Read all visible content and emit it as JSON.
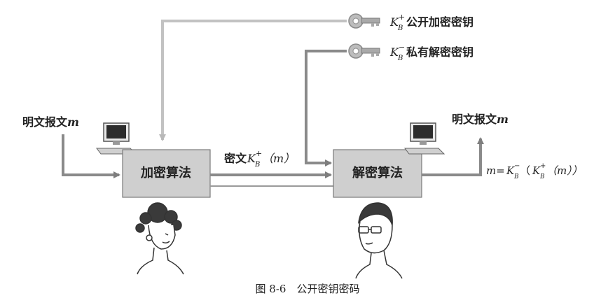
{
  "figure": {
    "caption": "图 8-6　公开密钥密码"
  },
  "keys": {
    "public": {
      "sym": "K",
      "sup": "+",
      "sub": "B",
      "label": "公开加密密钥"
    },
    "private": {
      "sym": "K",
      "sup": "−",
      "sub": "B",
      "label": "私有解密密钥"
    }
  },
  "sender": {
    "input_label": "明文报文",
    "input_var": "m",
    "box_label": "加密算法"
  },
  "channel": {
    "label": "密文",
    "key_sym": "K",
    "key_sup": "+",
    "key_sub": "B",
    "arg": "（m）"
  },
  "receiver": {
    "box_label": "解密算法",
    "output_label": "明文报文",
    "output_var": "m",
    "formula": {
      "lhs": "m=",
      "outer_sym": "K",
      "outer_sup": "−",
      "outer_sub": "B",
      "open": "（",
      "inner_sym": "K",
      "inner_sup": "+",
      "inner_sub": "B",
      "tail": "（m））"
    }
  },
  "colors": {
    "box_fill": "#cfcfcf",
    "box_stroke": "#7a7a7a",
    "arrow_dark": "#8a8a8a",
    "arrow_light": "#c2c2c2"
  }
}
